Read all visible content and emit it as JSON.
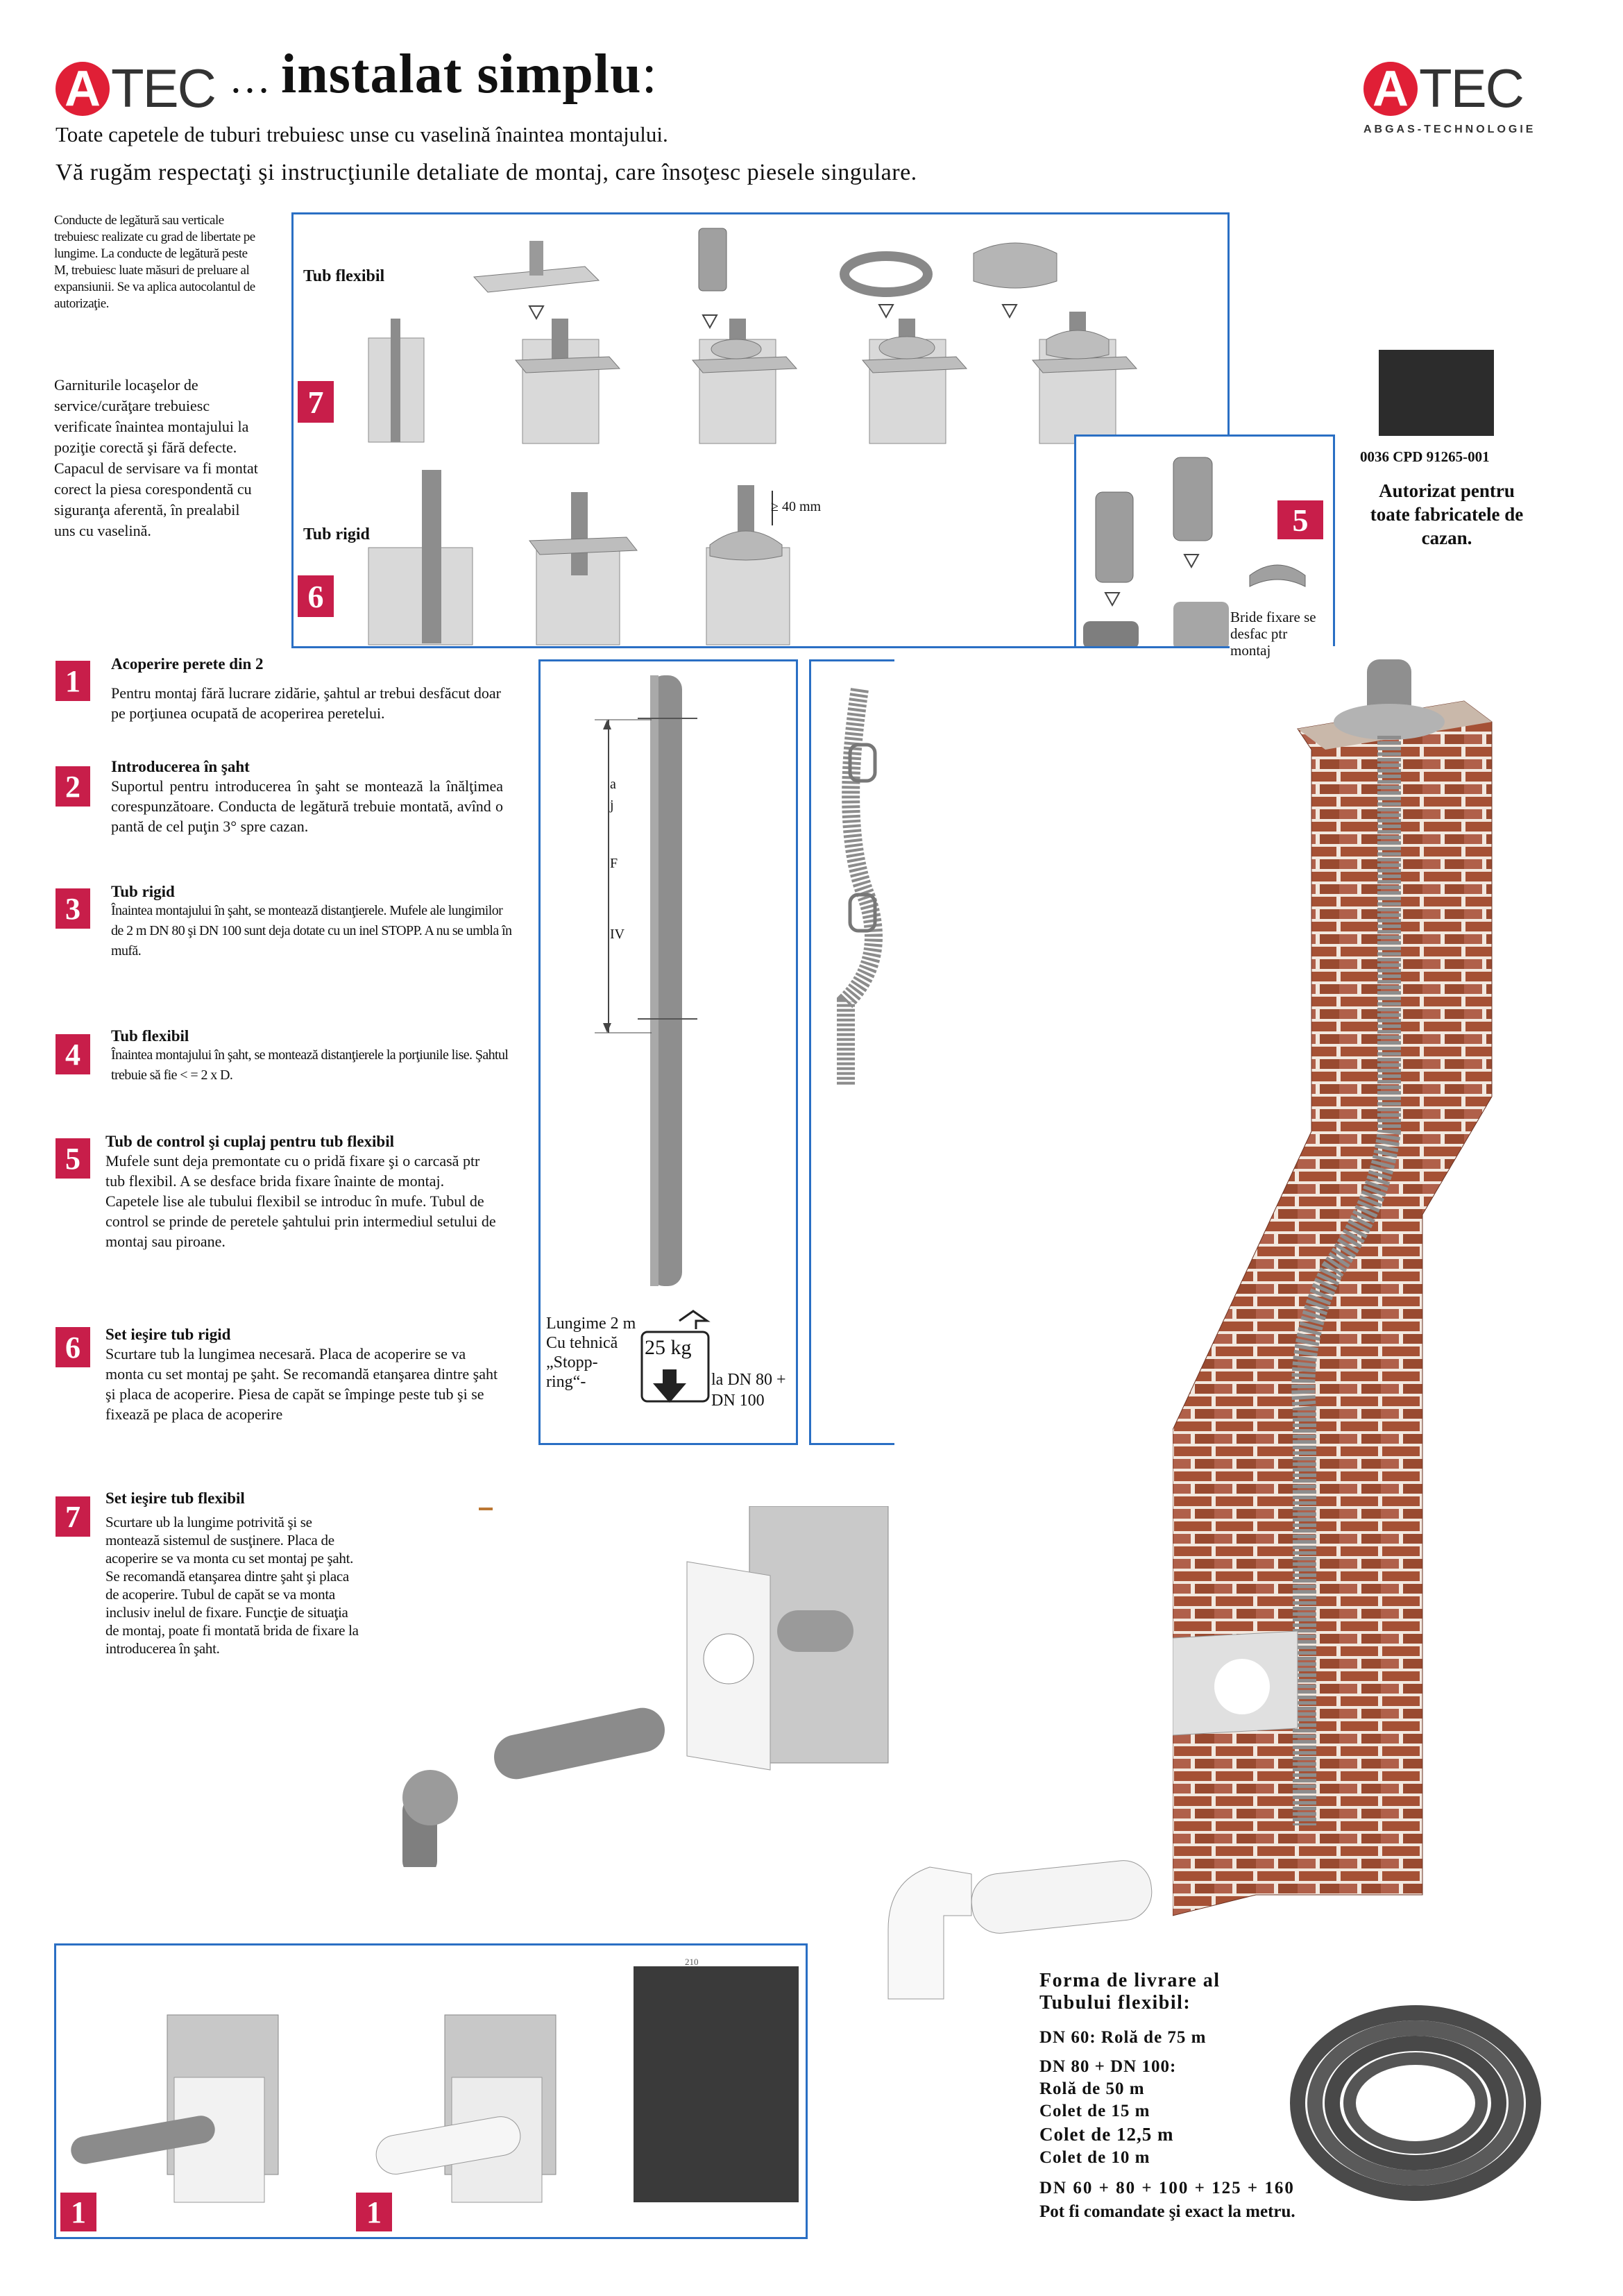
{
  "header": {
    "logo_letter": "A",
    "logo_rest": "TEC",
    "title_dots": "…",
    "title": "instalat simplu",
    "title_colon": ":",
    "subtitle_1": "Toate capetele de tuburi trebuiesc unse cu vaselină înaintea montajului.",
    "subtitle_2": "Vă rugăm respectaţi şi instrucţiunile detaliate de montaj, care însoţesc piesele singulare.",
    "brand_logo_letter": "A",
    "brand_logo_rest": "TEC",
    "brand_tagline": "ABGAS-TECHNOLOGIE"
  },
  "intro_notes": {
    "note_1": "Conducte de legătură sau verticale trebuiesc realizate cu grad de libertate pe lungime. La conducte de legătură peste M, trebuiesc luate măsuri de preluare al expansiunii. Se va aplica autocolantul de autorizaţie.",
    "note_2": "Garniturile locaşelor de service/curăţare trebuiesc verificate înaintea montajului la poziţie corectă şi fără defecte. Capacul de servisare va fi montat corect la piesa corespondentă cu siguranţa aferentă, în prealabil uns cu vaselină."
  },
  "panel_top": {
    "label_flexibil": "Tub flexibil",
    "label_rigid": "Tub rigid",
    "badge_7": "7",
    "badge_6": "6",
    "dim_label": "≥ 40 mm"
  },
  "panel_5": {
    "badge": "5",
    "caption": "Bride fixare se desfac ptr montaj"
  },
  "certification": {
    "code": "0036 CPD 91265-001",
    "text": "Autorizat pentru toate fabricatele de cazan.",
    "color": "#2c2c2c"
  },
  "steps": [
    {
      "num": "1",
      "title": "Acoperire perete din 2",
      "body": "Pentru montaj fără lucrare zidărie, şahtul ar trebui desfăcut doar pe porţiunea ocupată de acoperirea peretelui."
    },
    {
      "num": "2",
      "title": "Introducerea în şaht",
      "body": "Suportul pentru introducerea în şaht se montează la înălţimea corespunzătoare. Conducta de legătură trebuie montată, avînd o pantă de cel puţin 3° spre cazan."
    },
    {
      "num": "3",
      "title": "Tub rigid",
      "body": "Înaintea montajului în şaht, se montează distanţierele. Mufele ale lungimilor de 2 m DN 80 şi DN 100 sunt deja dotate cu un inel STOPP. A nu se umbla în mufă."
    },
    {
      "num": "4",
      "title": "Tub flexibil",
      "body": "Înaintea montajului în şaht, se montează distanţierele la porţiunile lise. Şahtul trebuie să fie < = 2 x D."
    },
    {
      "num": "5",
      "title": "Tub de control şi cuplaj pentru tub flexibil",
      "body": "Mufele sunt deja premontate cu o pridă fixare şi o carcasă ptr tub flexibil. A se desface brida fixare înainte de montaj. Capetele lise ale tubului flexibil se introduc în mufe. Tubul de control se prinde de peretele şahtului prin intermediul setului de montaj sau piroane."
    },
    {
      "num": "6",
      "title": "Set ieşire tub rigid",
      "body": "Scurtare tub la lungimea necesară. Placa de acoperire se va monta cu set montaj pe şaht. Se recomandă etanşarea dintre şaht şi placa de acoperire. Piesa de capăt se împinge peste tub şi se fixează pe placa de acoperire"
    },
    {
      "num": "7",
      "title": "Set ieşire tub flexibil",
      "body": "Scurtare ub la lungime potrivită şi se montează sistemul de susţinere. Placa de acoperire se va monta cu set montaj pe şaht. Se recomandă etanşarea dintre şaht şi placa de acoperire. Tubul de capăt se va monta inclusiv inelul de fixare. Funcţie de situaţia de montaj, poate fi montată brida de fixare la introducerea în şaht."
    }
  ],
  "rigid_panel": {
    "vertical_a": "a",
    "vertical_j": "j",
    "vertical_F": "F",
    "vertical_IV": "IV",
    "length_text": "Lungime 2 m Cu tehnică „Stopp-ring“-",
    "weight": "25 kg",
    "dn_text": "la DN 80 + DN 100"
  },
  "bottom_panel": {
    "badge_left": "1",
    "badge_right": "1",
    "small_num": "210"
  },
  "delivery": {
    "heading": "Forma de livrare al Tubului flexibil:",
    "line_1": "DN 60: Rolă de 75 m",
    "line_2": "DN 80 + DN 100:",
    "line_3": "Rolă de 50 m",
    "line_4": "Colet de 15 m",
    "line_5": "Colet de 12,5 m",
    "line_6": "Colet de 10 m",
    "line_7": "DN 60 + 80 + 100 + 125 + 160",
    "line_8": "Pot fi comandate şi exact la metru."
  },
  "colors": {
    "brand_red": "#e01f36",
    "badge_red": "#c81e4a",
    "panel_blue": "#2a6fc4",
    "brick": "#a55135",
    "pipe_gray": "#8c8c8c"
  }
}
